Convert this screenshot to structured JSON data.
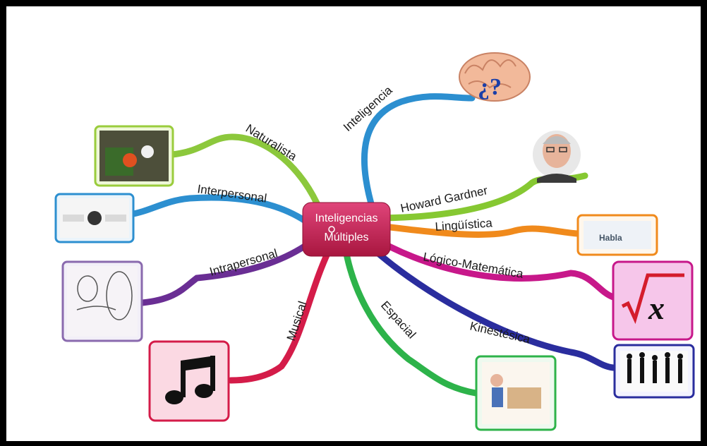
{
  "center": {
    "line1": "Inteligencias",
    "line2": "Múltiples",
    "color": "#c8245a"
  },
  "branches": [
    {
      "id": "inteligencia",
      "label": "Inteligencia",
      "color": "#2c8fd0"
    },
    {
      "id": "howard-gardner",
      "label": "Howard Gardner",
      "color": "#86c832"
    },
    {
      "id": "linguistica",
      "label": "Lingüística",
      "color": "#f08a1c"
    },
    {
      "id": "logico-matematica",
      "label": "Lógico-Matemática",
      "color": "#c7188a"
    },
    {
      "id": "kinestesica",
      "label": "Kinestésica",
      "color": "#2a2d9e"
    },
    {
      "id": "espacial",
      "label": "Espacial",
      "color": "#2db34a"
    },
    {
      "id": "musical",
      "label": "Musical",
      "color": "#d41c49"
    },
    {
      "id": "intrapersonal",
      "label": "Intrapersonal",
      "color": "#6a2e94"
    },
    {
      "id": "interpersonal",
      "label": "Interpersonal",
      "color": "#2c8fd0"
    },
    {
      "id": "naturalista",
      "label": "Naturalista",
      "color": "#8cc83c"
    }
  ],
  "images": {
    "brain_mark": "¿?",
    "word_cloud_word": "Habla"
  }
}
